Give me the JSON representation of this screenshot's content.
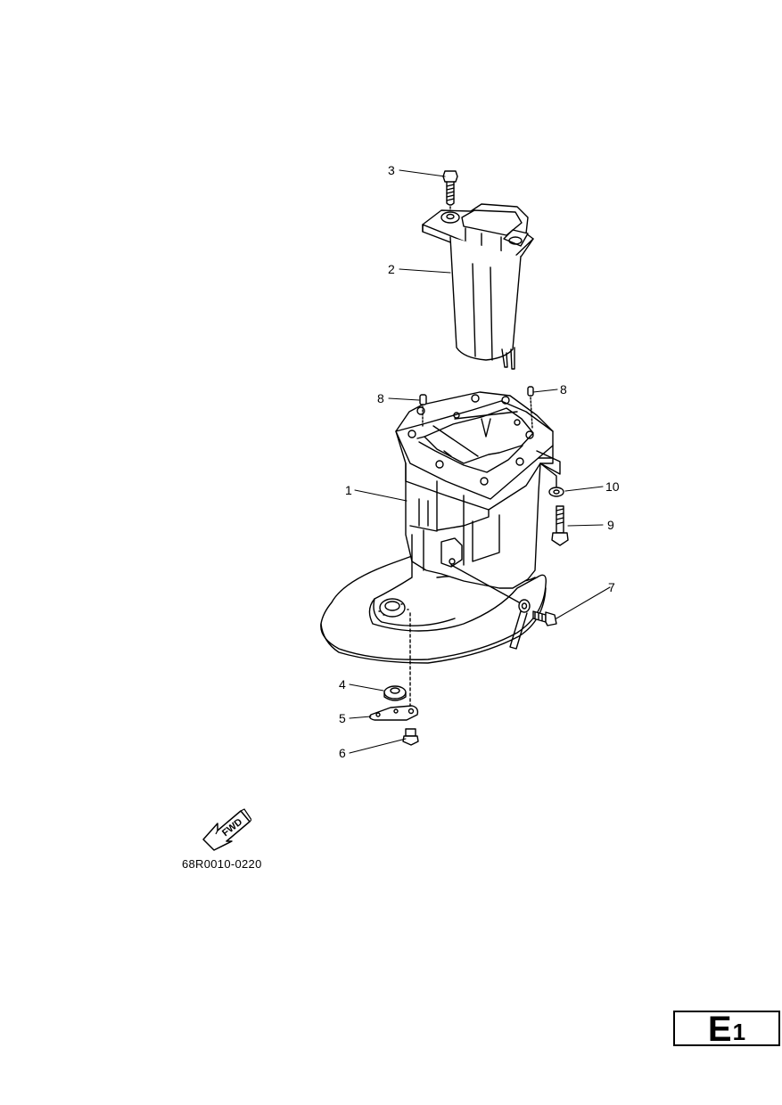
{
  "diagram": {
    "callouts": [
      {
        "label": "1",
        "part": "upper casing"
      },
      {
        "label": "2",
        "part": "exhaust guide"
      },
      {
        "label": "3",
        "part": "bolt"
      },
      {
        "label": "4",
        "part": "grommet"
      },
      {
        "label": "5",
        "part": "plate"
      },
      {
        "label": "6",
        "part": "nut"
      },
      {
        "label": "7",
        "part": "screw"
      },
      {
        "label": "8",
        "part": "dowel pin"
      },
      {
        "label": "8",
        "part": "dowel pin"
      },
      {
        "label": "9",
        "part": "bolt"
      },
      {
        "label": "10",
        "part": "washer"
      }
    ],
    "fwd_label": "FWD",
    "part_code": "68R0010-0220"
  },
  "page_badge": {
    "letter": "E",
    "number": "1"
  }
}
